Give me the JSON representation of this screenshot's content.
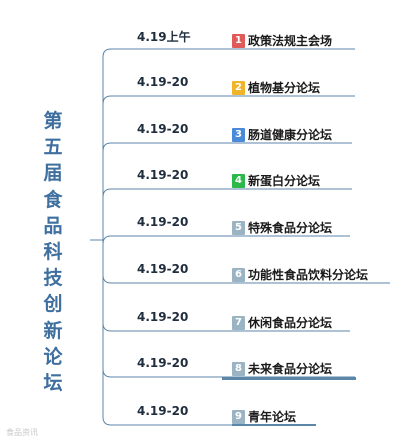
{
  "title_chars": [
    "第",
    "五",
    "届",
    "食",
    "品",
    "科",
    "技",
    "创",
    "新",
    "论",
    "坛"
  ],
  "branches": [
    {
      "date": "4.19上午",
      "num": "1",
      "label": "政策法规主会场",
      "badge_color": "#e05a5a"
    },
    {
      "date": "4.19-20",
      "num": "2",
      "label": "植物基分论坛",
      "badge_color": "#f0b428"
    },
    {
      "date": "4.19-20",
      "num": "3",
      "label": "肠道健康分论坛",
      "badge_color": "#4a8ad8"
    },
    {
      "date": "4.19-20",
      "num": "4",
      "label": "新蛋白分论坛",
      "badge_color": "#2db84a"
    },
    {
      "date": "4.19-20",
      "num": "5",
      "label": "特殊食品分论坛",
      "badge_color": "#9ab4c4"
    },
    {
      "date": "4.19-20",
      "num": "6",
      "label": "功能性食品饮料分论坛",
      "badge_color": "#9ab4c4"
    },
    {
      "date": "4.19-20",
      "num": "7",
      "label": "休闲食品分论坛",
      "badge_color": "#9ab4c4"
    },
    {
      "date": "4.19-20",
      "num": "8",
      "label": "未来食品分论坛",
      "badge_color": "#9ab4c4"
    },
    {
      "date": "4.19-20",
      "num": "9",
      "label": "青年论坛",
      "badge_color": "#9ab4c4"
    }
  ],
  "colors": {
    "line": "#5b86a8",
    "title": "#3f6f9f"
  },
  "watermark": "食品资讯"
}
